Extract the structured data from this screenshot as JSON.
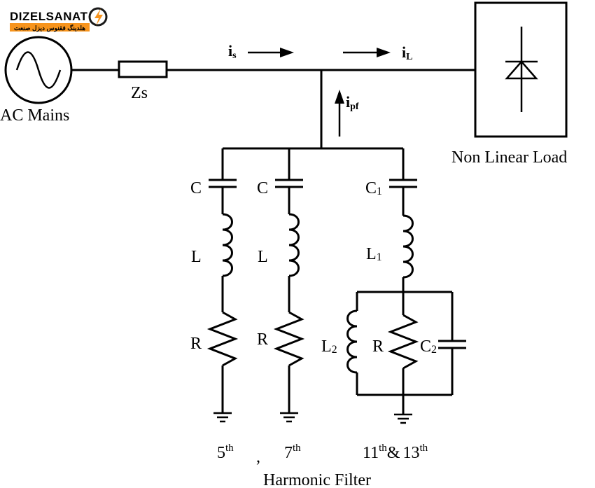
{
  "logo": {
    "brand": "DIZELSANAT",
    "tagline": "هلدینگ فقنوس دیزل صنعت",
    "accent_color": "#f7941d",
    "dark_color": "#1a1a1a",
    "icon": "lightning-bolt-icon"
  },
  "source": {
    "label": "AC Mains",
    "icon": "sine-wave-icon"
  },
  "impedance": {
    "label": "Zs"
  },
  "currents": {
    "is": {
      "main": "i",
      "sub": "s"
    },
    "il": {
      "main": "i",
      "sub": "L"
    },
    "ipf": {
      "main": "i",
      "sub": "pf"
    }
  },
  "load": {
    "label": "Non Linear Load",
    "icon": "diode-icon"
  },
  "branches": [
    {
      "c_label": "C",
      "c_sub": "",
      "l_label": "L",
      "l_sub": "",
      "r_label": "R"
    },
    {
      "c_label": "C",
      "c_sub": "",
      "l_label": "L",
      "l_sub": "",
      "r_label": "R"
    },
    {
      "c_label": "C",
      "c_sub": "1",
      "l_label": "L",
      "l_sub": "1",
      "r_label": "R",
      "l2_label": "L",
      "l2_sub": "2",
      "c2_label": "C",
      "c2_sub": "2"
    }
  ],
  "harmonics": {
    "h5": "5",
    "h7": "7",
    "h11": "11",
    "h13": "13",
    "sup": "th",
    "comma": ",",
    "amp": "&"
  },
  "caption": "Harmonic Filter"
}
